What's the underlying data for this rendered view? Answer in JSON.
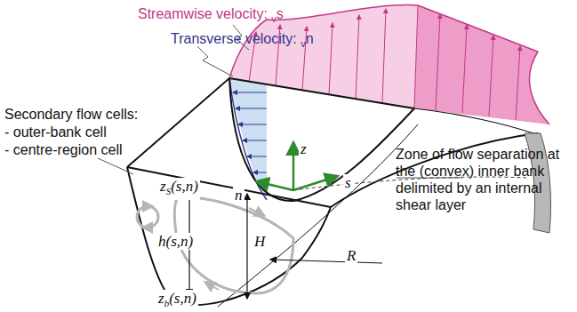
{
  "diagram": {
    "labels": [
      "Streamwise velocity: vs",
      "Transverse velocity: vn",
      "Secondary flow cells:",
      "- outer-bank cell",
      "- centre-region cell",
      "Zone of flow separation at the (convex) inner bank delimited by an internal shear layer",
      "zS(s,n)",
      "h(s,n)",
      "H",
      "R",
      "zb(s,n)",
      "z",
      "n",
      "s"
    ]
  }
}
